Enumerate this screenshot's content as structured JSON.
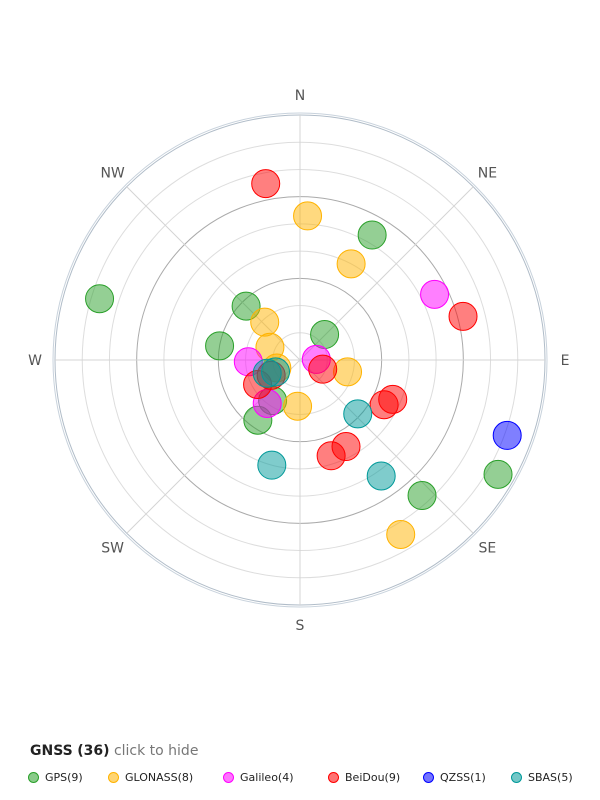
{
  "chart_data": {
    "type": "scatter",
    "directions": [
      "N",
      "NE",
      "E",
      "SE",
      "S",
      "SW",
      "W",
      "NW"
    ],
    "legend_title": "GNSS",
    "legend_count": "(36)",
    "legend_hint": "click to hide",
    "series": [
      {
        "name": "GPS(9)",
        "color": "#2aa02a",
        "points": [
          [
            44,
            77
          ],
          [
            315,
            62
          ],
          [
            287,
            13
          ],
          [
            30,
            37
          ],
          [
            120,
            6
          ],
          [
            138,
            23
          ],
          [
            215,
            63
          ],
          [
            214,
            72
          ],
          [
            280,
            60
          ]
        ]
      },
      {
        "name": "GLONASS(8)",
        "color": "#ffb300",
        "points": [
          [
            28,
            50
          ],
          [
            317,
            71
          ],
          [
            3,
            37
          ],
          [
            150,
            16
          ],
          [
            104,
            72
          ],
          [
            183,
            73
          ],
          [
            293,
            78
          ],
          [
            251,
            81
          ]
        ]
      },
      {
        "name": "Galileo(4)",
        "color": "#ff00ff",
        "points": [
          [
            64,
            35
          ],
          [
            88,
            84
          ],
          [
            268,
            71
          ],
          [
            217,
            70
          ]
        ]
      },
      {
        "name": "BeiDou(9)",
        "color": "#ff0000",
        "points": [
          [
            349,
            24
          ],
          [
            75,
            28
          ],
          [
            118,
            55
          ],
          [
            113,
            53
          ],
          [
            112,
            81
          ],
          [
            152,
            54
          ],
          [
            162,
            53
          ],
          [
            240,
            72
          ],
          [
            242,
            78
          ]
        ]
      },
      {
        "name": "QZSS(1)",
        "color": "#0000ff",
        "points": [
          [
            110,
            9
          ]
        ]
      },
      {
        "name": "SBAS(5)",
        "color": "#009999",
        "points": [
          [
            145,
            38
          ],
          [
            133,
            61
          ],
          [
            195,
            50
          ],
          [
            244,
            80
          ],
          [
            248,
            77
          ]
        ]
      }
    ]
  }
}
